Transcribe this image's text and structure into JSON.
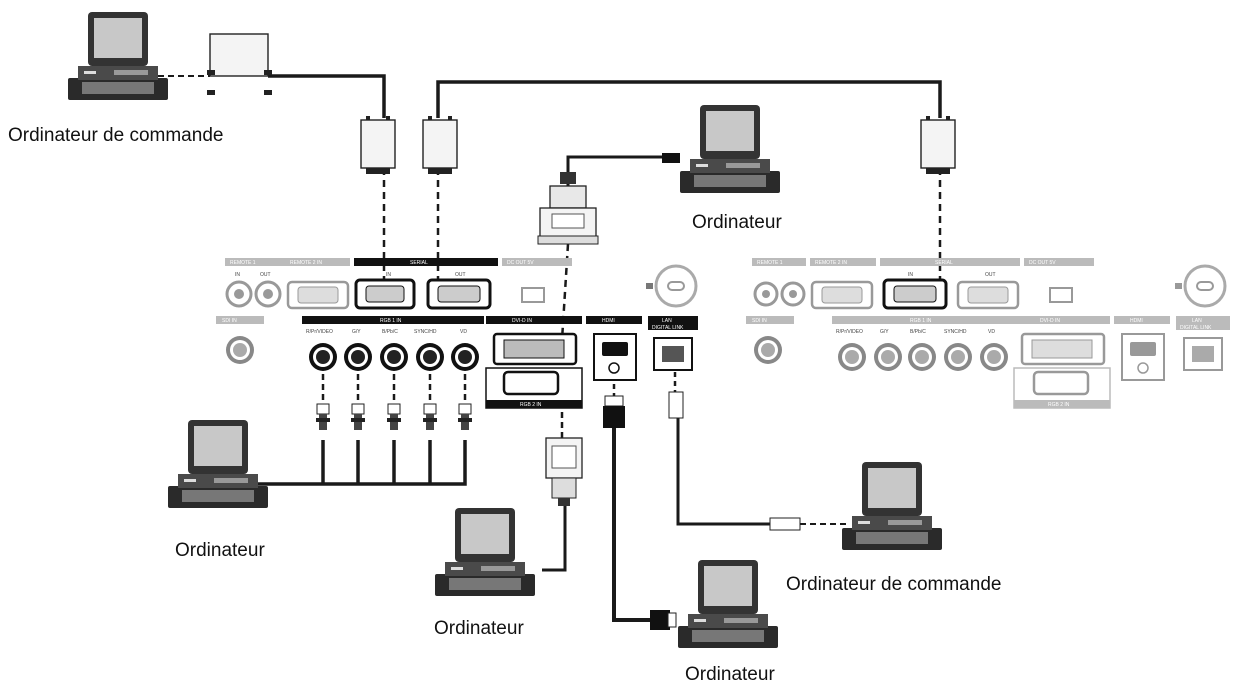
{
  "labels": {
    "control_pc_top": "Ordinateur de commande",
    "pc_top": "Ordinateur",
    "pc_left": "Ordinateur",
    "pc_center": "Ordinateur",
    "pc_bottom": "Ordinateur",
    "control_pc_right": "Ordinateur de commande"
  },
  "panel": {
    "remote1": "REMOTE 1",
    "remote2": "REMOTE 2 IN",
    "serial": "SERIAL",
    "in": "IN",
    "out": "OUT",
    "dc_out": "DC OUT 5V",
    "sdi_in": "SDI IN",
    "rgb1_in": "RGB 1 IN",
    "bnc_labels": [
      "R/Pr/VIDEO",
      "G/Y",
      "B/Pb/C",
      "SYNC/HD",
      "VD"
    ],
    "dvi_in": "DVI-D IN",
    "hdmi": "HDMI",
    "lan": "LAN",
    "digital_link": "DIGITAL LINK",
    "rgb2_in": "RGB 2 IN"
  },
  "colors": {
    "line": "#1a1a1a",
    "panel_bar": "#111111",
    "port_gray": "#9a9a9a"
  }
}
